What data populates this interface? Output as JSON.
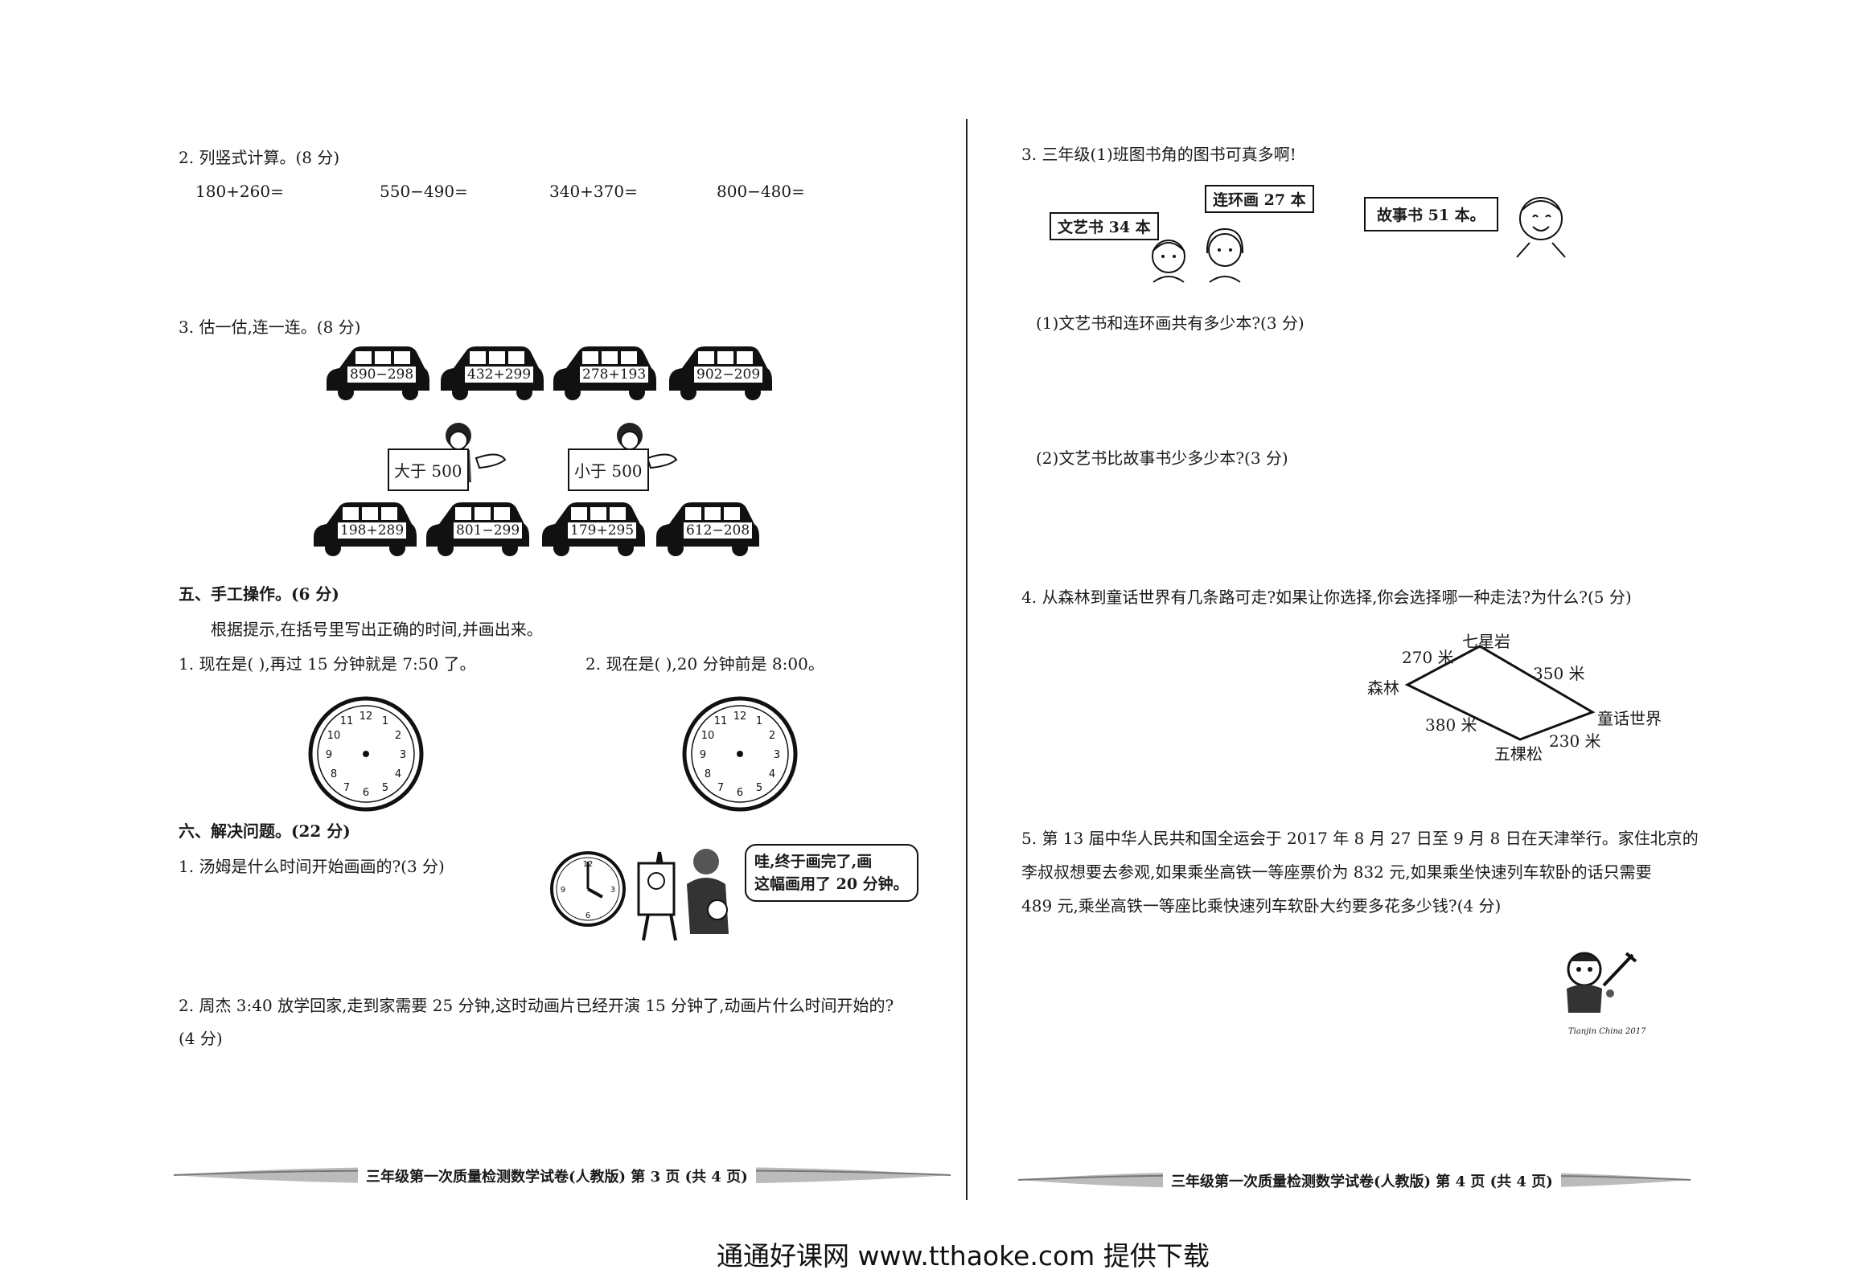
{
  "left": {
    "q2": {
      "title": "2. 列竖式计算。(8 分)",
      "items": [
        "180+260=",
        "550−490=",
        "340+370=",
        "800−480="
      ]
    },
    "q3": {
      "title": "3. 估一估,连一连。(8 分)",
      "cars_top": [
        "890−298",
        "432+299",
        "278+193",
        "902−209"
      ],
      "sign_gt": "大于 500",
      "sign_lt": "小于 500",
      "cars_bottom": [
        "198+289",
        "801−299",
        "179+295",
        "612−208"
      ]
    },
    "s5": {
      "title": "五、手工操作。(6 分)",
      "hint": "根据提示,在括号里写出正确的时间,并画出来。",
      "q1": "1. 现在是(            ),再过 15 分钟就是 7:50 了。",
      "q2": "2. 现在是(            ),20 分钟前是 8:00。"
    },
    "s6": {
      "title": "六、解决问题。(22 分)",
      "q1": "1. 汤姆是什么时间开始画画的?(3 分)",
      "bubble_line1": "哇,终于画完了,画",
      "bubble_line2": "这幅画用了 20 分钟。",
      "q2_line1": "2. 周杰 3:40 放学回家,走到家需要 25 分钟,这时动画片已经开演 15 分钟了,动画片什么时间开始的?",
      "q2_line2": "(4 分)"
    },
    "footer": "三年级第一次质量检测数学试卷(人教版)  第 3 页  (共 4 页)"
  },
  "right": {
    "q3": {
      "title": "3. 三年级(1)班图书角的图书可真多啊!",
      "b_wenyi": "文艺书 34 本",
      "b_lianhuan": "连环画 27 本",
      "b_gushi": "故事书 51 本。",
      "sub1": "(1)文艺书和连环画共有多少本?(3 分)",
      "sub2": "(2)文艺书比故事书少多少本?(3 分)"
    },
    "q4": {
      "title": "4. 从森林到童话世界有几条路可走?如果让你选择,你会选择哪一种走法?为什么?(5 分)",
      "map": {
        "qixingyan": "七星岩",
        "d270": "270 米",
        "d350": "350 米",
        "senlin": "森林",
        "tonghua": "童话世界",
        "d380": "380 米",
        "d230": "230 米",
        "wukesong": "五棵松"
      }
    },
    "q5": {
      "line1": "5. 第 13 届中华人民共和国全运会于 2017 年 8 月 27 日至 9 月 8 日在天津举行。家住北京的",
      "line2": "李叔叔想要去参观,如果乘坐高铁一等座票价为 832 元,如果乘坐快速列车软卧的话只需要",
      "line3": "489 元,乘坐高铁一等座比乘快速列车软卧大约要多花多少钱?(4 分)",
      "mascot_caption": "Tianjin China 2017"
    },
    "footer": "三年级第一次质量检测数学试卷(人教版)  第 4 页  (共 4 页)"
  },
  "site_footer": "通通好课网   www.tthaoke.com   提供下载"
}
